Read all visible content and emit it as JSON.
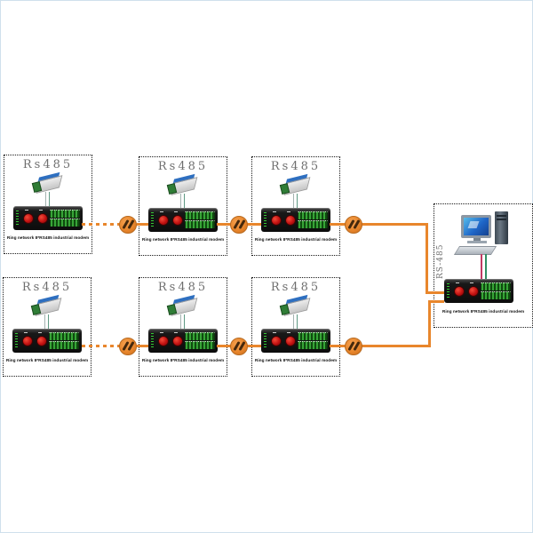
{
  "canvas": {
    "background": "#ffffff",
    "frame_color": "#cfe0ec"
  },
  "colors": {
    "cable_orange": "#e8862c",
    "modem_body": "#141414",
    "knob_red": "#c01010",
    "terminal_green": "#2f8f2f",
    "adapter_blue": "#2e6fc0",
    "screen_blue": "#1f66c8",
    "bus_wire_red": "#c23b63",
    "bus_wire_green": "#2f8f63"
  },
  "icons": {
    "coupler-icon": "orange circle with double slash",
    "rs485-adapter-icon": "serial bus adapter with blue top and green terminal",
    "modem-device-icon": "black modem with two red knobs and green terminal blocks",
    "computer-icon": "desktop pc with monitor, tower and keyboard",
    "led-indicators-icon": "column of green leds"
  },
  "nodes": [
    {
      "title": "Rs485",
      "caption": "Ring network 8*RS485 industrial modem"
    },
    {
      "title": "Rs485",
      "caption": "Ring network 8*RS485 industrial modem"
    },
    {
      "title": "Rs485",
      "caption": "Ring network 8*RS485 industrial modem"
    },
    {
      "title": "Rs485",
      "caption": "Ring network 8*RS485 industrial modem"
    },
    {
      "title": "Rs485",
      "caption": "Ring network 8*RS485 industrial modem"
    },
    {
      "title": "Rs485",
      "caption": "Ring network 8*RS485 industrial modem"
    }
  ],
  "host": {
    "bus_label": "RS-485",
    "caption": "Ring network 8*RS485 industrial modem"
  }
}
